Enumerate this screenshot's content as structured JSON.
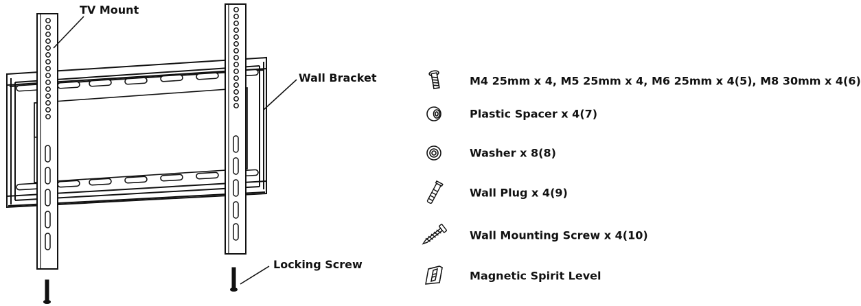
{
  "diagram": {
    "callouts": {
      "tv_mount": "TV Mount",
      "wall_bracket": "Wall Bracket",
      "locking_screw": "Locking Screw"
    }
  },
  "parts": [
    {
      "icon": "bolt-icon",
      "label": "M4 25mm x 4, M5 25mm x 4, M6 25mm x 4(5), M8 30mm x 4(6)"
    },
    {
      "icon": "spacer-icon",
      "label": "Plastic Spacer x 4(7)"
    },
    {
      "icon": "washer-icon",
      "label": "Washer x 8(8)"
    },
    {
      "icon": "wall-plug-icon",
      "label": "Wall Plug x 4(9)"
    },
    {
      "icon": "wall-screw-icon",
      "label": "Wall Mounting Screw x 4(10)"
    },
    {
      "icon": "spirit-level-icon",
      "label": "Magnetic Spirit Level"
    }
  ]
}
